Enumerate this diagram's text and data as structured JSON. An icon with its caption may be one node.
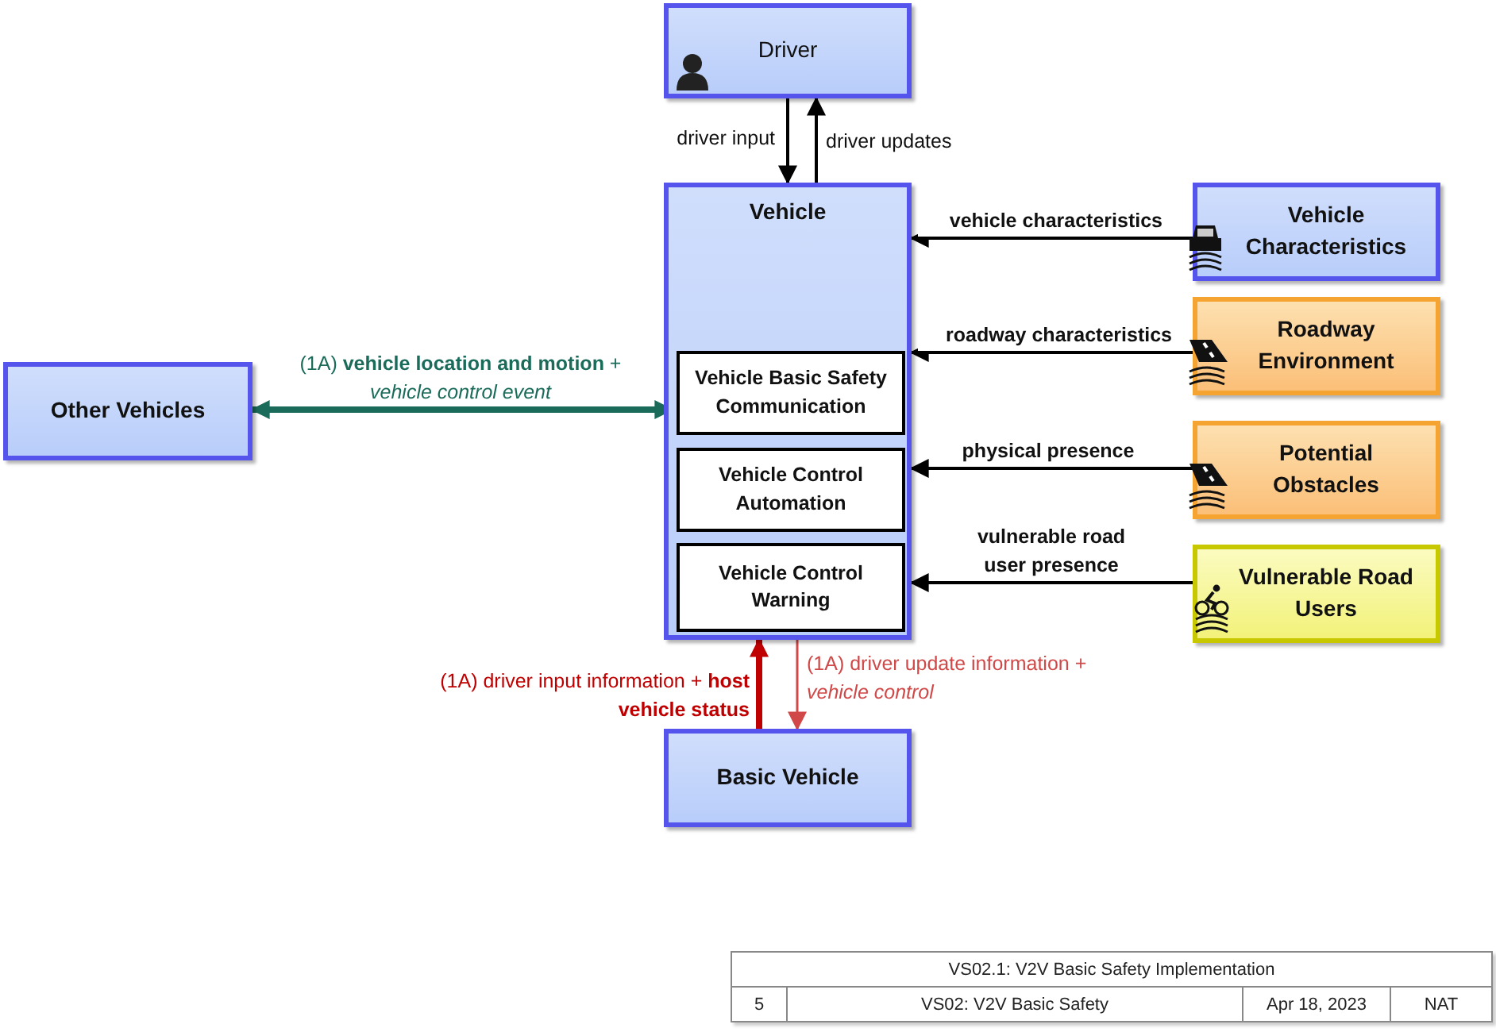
{
  "diagram": {
    "nodes": [
      {
        "text": [
          "Driver"
        ]
      },
      {
        "text": [
          "Vehicle"
        ]
      },
      {
        "text": [
          "Vehicle Basic Safety Communication"
        ],
        "in": 1
      },
      {
        "text": [
          "Vehicle Control Automation"
        ],
        "in": 1
      },
      {
        "text": [
          "Vehicle Control Warning"
        ],
        "in": 1
      },
      {
        "text": [
          "Other Vehicles"
        ]
      },
      {
        "text": [
          "Vehicle Characteristics"
        ]
      },
      {
        "text": [
          "Roadway Environment"
        ]
      },
      {
        "text": [
          "Potential Obstacles"
        ]
      },
      {
        "text": [
          "Vulnerable Road Users"
        ]
      },
      {
        "text": [
          "Basic Vehicle"
        ]
      }
    ],
    "edges": [
      {
        "from": 0,
        "to": 1,
        "arrow": "to",
        "label": "driver input"
      },
      {
        "from": 1,
        "to": 0,
        "arrow": "to",
        "label": "driver updates"
      },
      {
        "from": 6,
        "to": 1,
        "arrow": "to",
        "label": "vehicle characteristics"
      },
      {
        "from": 7,
        "to": 1,
        "arrow": "to",
        "label": "roadway characteristics"
      },
      {
        "from": 8,
        "to": 1,
        "arrow": "to",
        "label": "physical presence"
      },
      {
        "from": 9,
        "to": 1,
        "arrow": "to",
        "label": "vulnerable road user presence"
      },
      {
        "from": 5,
        "to": 2,
        "arrow": "both",
        "label": "(1A) **vehicle location and motion** + *vehicle control event*",
        "style": "thick",
        "color": "#1a6b5a"
      },
      {
        "from": 10,
        "to": 1,
        "arrow": "to",
        "label": "(1A) driver input information + **host vehicle status**",
        "style": "thick",
        "color": "#c00000"
      },
      {
        "from": 1,
        "to": 10,
        "arrow": "to",
        "label": "(1A) driver update information + *vehicle control*",
        "color": "#d04848"
      }
    ],
    "labels": [
      "VS02.1: V2V Basic Safety Implementation",
      "5",
      "VS02: V2V Basic Safety",
      "Apr 18, 2023",
      "NAT"
    ]
  }
}
